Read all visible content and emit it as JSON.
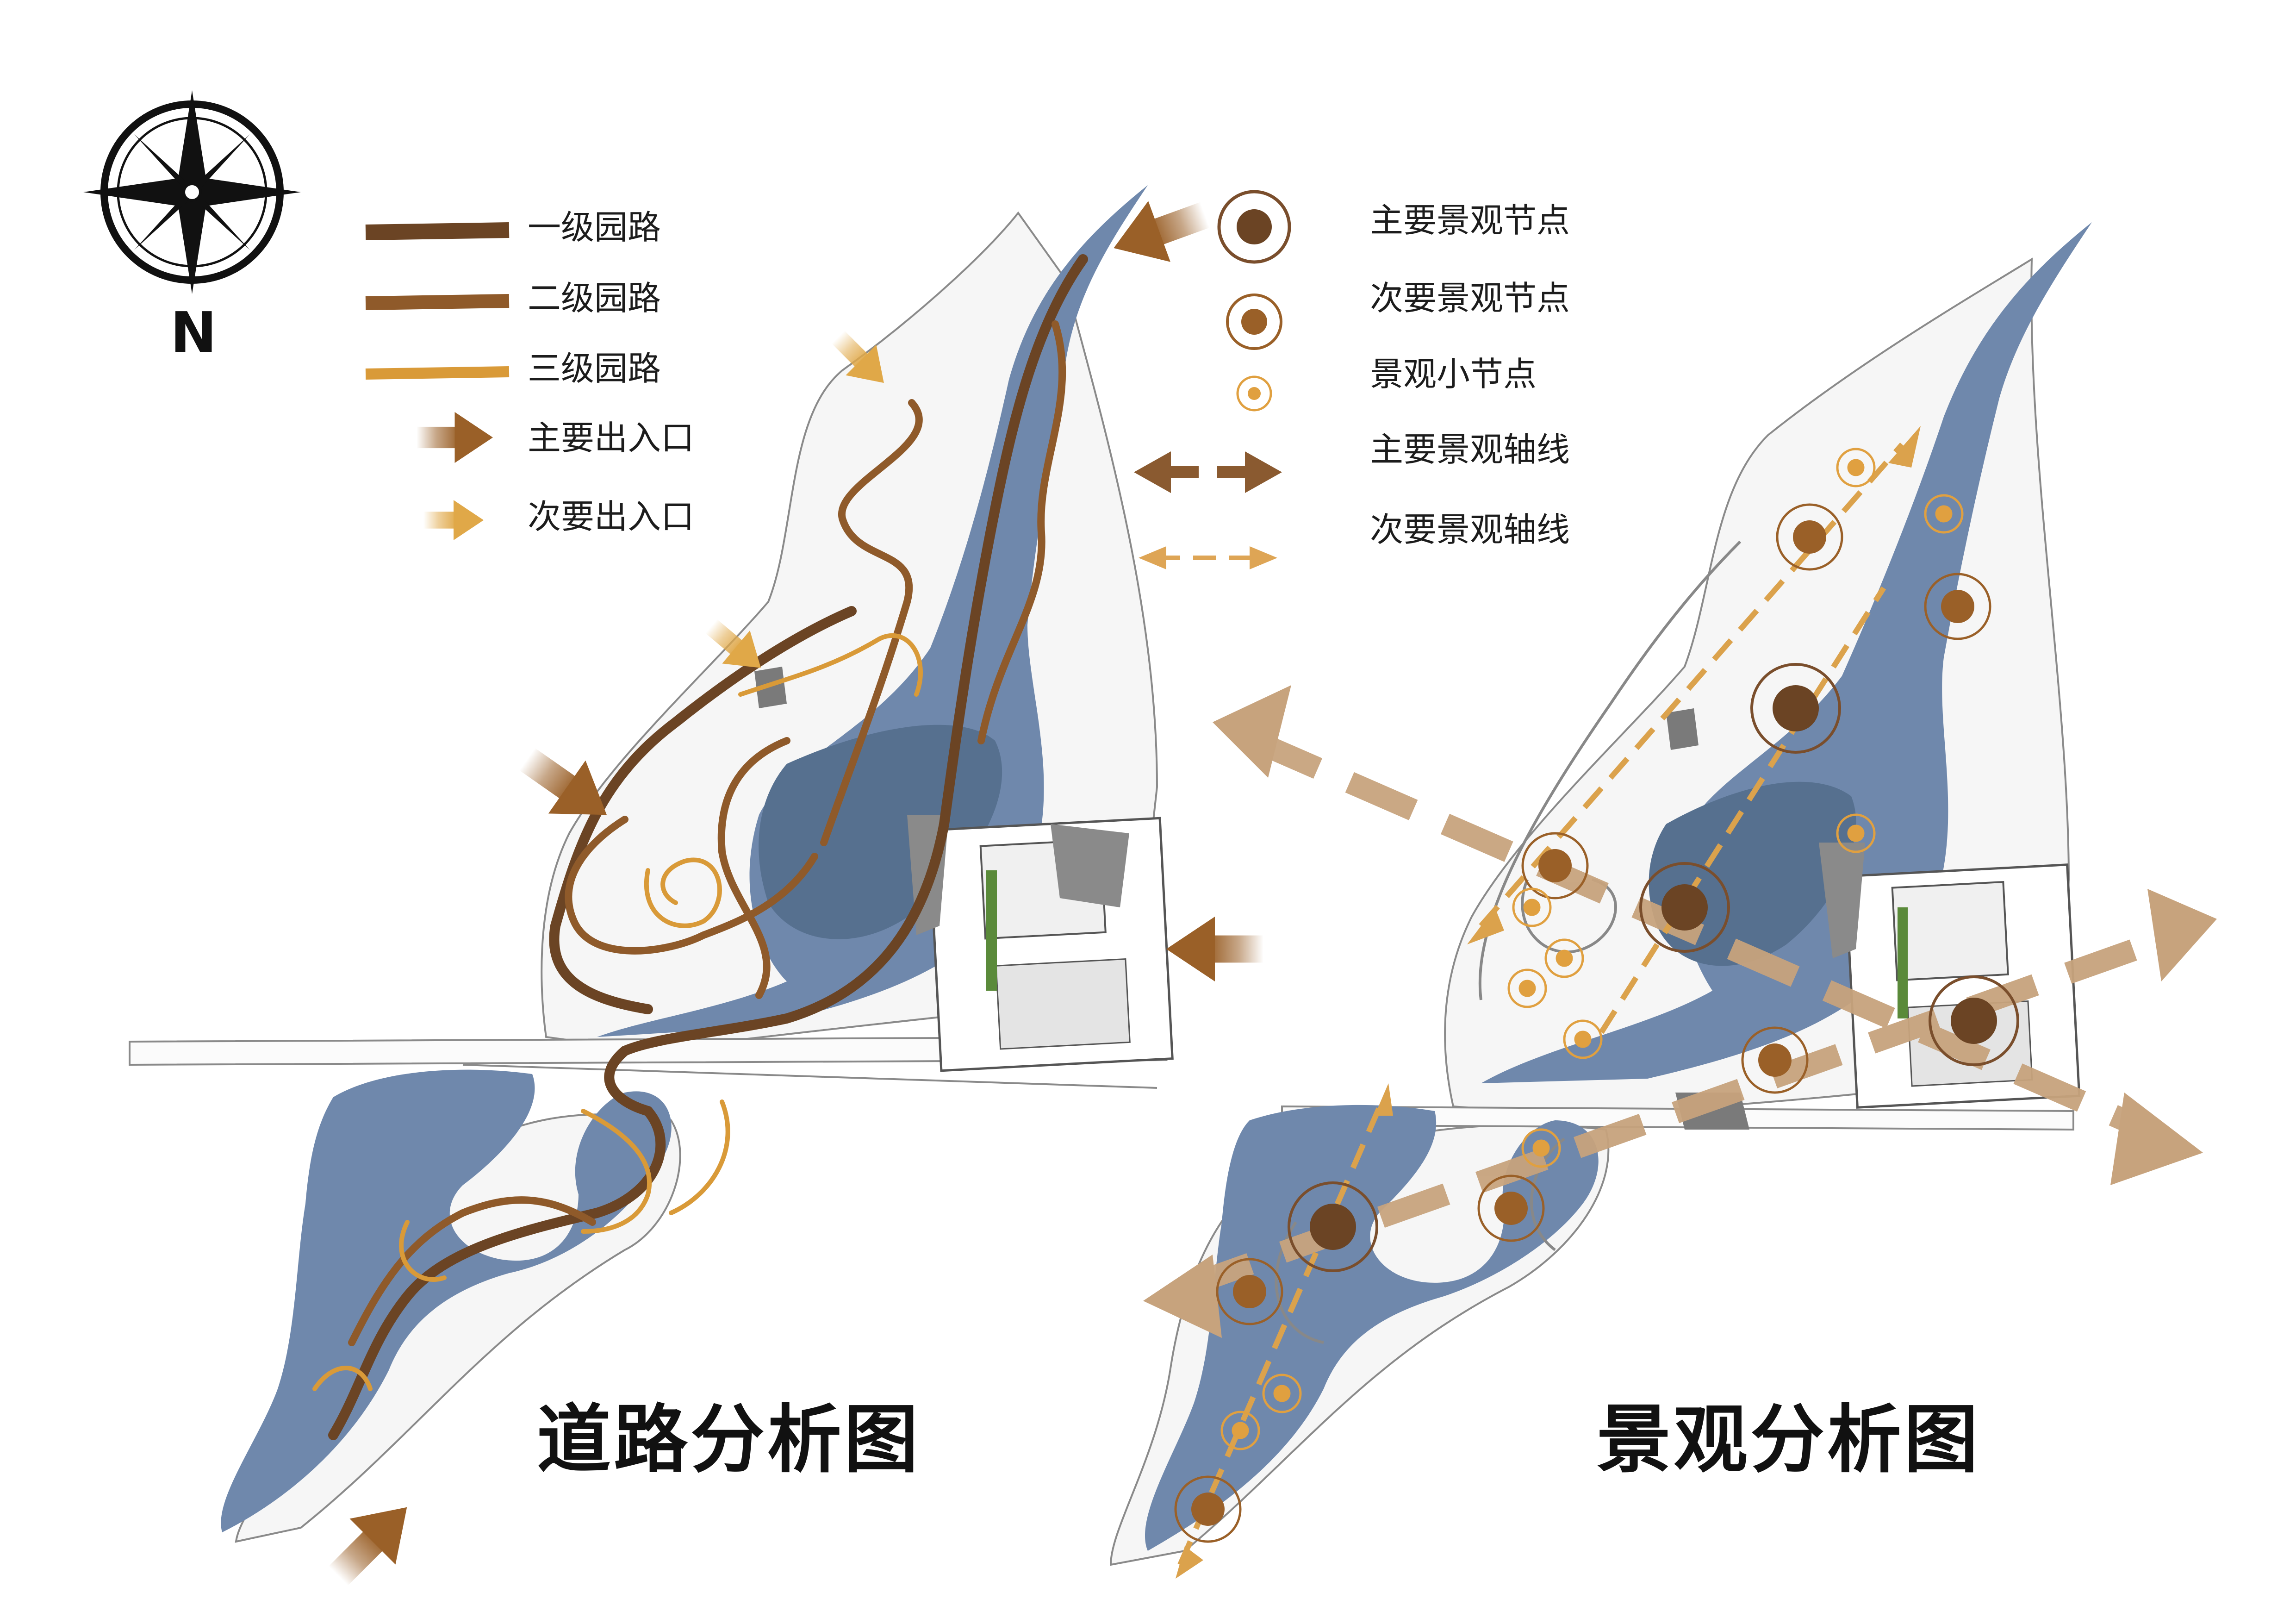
{
  "compass": {
    "north_label": "N"
  },
  "road_legend": {
    "items": [
      {
        "label": "一级园路",
        "color": "#6b4424"
      },
      {
        "label": "二级园路",
        "color": "#8f5a2a"
      },
      {
        "label": "三级园路",
        "color": "#d99a38"
      },
      {
        "label": "主要出入口",
        "color": "#9a6028"
      },
      {
        "label": "次要出入口",
        "color": "#e0a848"
      }
    ]
  },
  "landscape_legend": {
    "items": [
      {
        "label": "主要景观节点",
        "color": "#6b4424"
      },
      {
        "label": "次要景观节点",
        "color": "#9a6028"
      },
      {
        "label": "景观小节点",
        "color": "#e0a040"
      },
      {
        "label": "主要景观轴线",
        "color": "#8a5a30"
      },
      {
        "label": "次要景观轴线",
        "color": "#dea555"
      }
    ]
  },
  "titles": {
    "road_map": "道路分析图",
    "landscape_map": "景观分析图"
  },
  "colors": {
    "water": "#6f88ac",
    "water_dark": "#56708f",
    "primary_road": "#6b4424",
    "secondary_road": "#8f5a2a",
    "tertiary_road": "#d99a38",
    "main_axis": "#c7a37d",
    "secondary_axis": "#dba24c",
    "building_gray": "#7a7a7a"
  }
}
